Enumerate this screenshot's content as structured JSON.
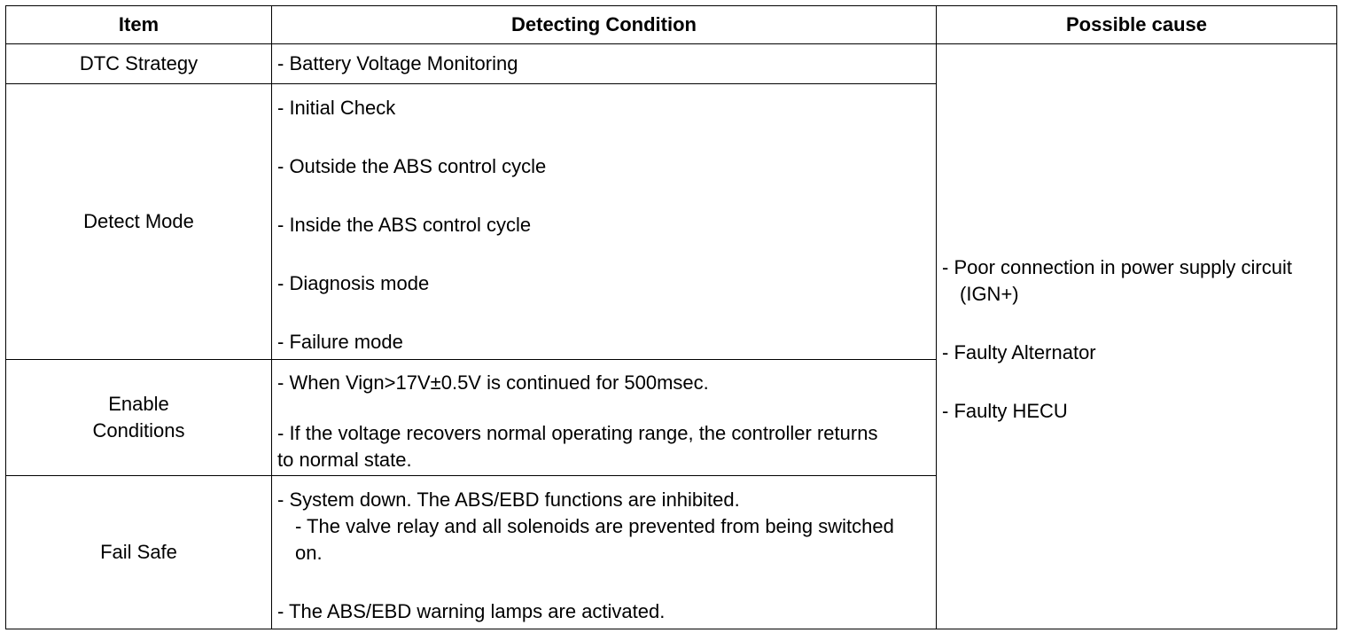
{
  "headers": {
    "item": "Item",
    "condition": "Detecting Condition",
    "cause": "Possible cause"
  },
  "rows": [
    {
      "item": "DTC Strategy",
      "conditions": [
        "- Battery Voltage Monitoring"
      ]
    },
    {
      "item": "Detect Mode",
      "conditions": [
        "- Initial Check",
        "- Outside the ABS control cycle",
        "- Inside the ABS control cycle",
        "- Diagnosis mode",
        "- Failure mode"
      ]
    },
    {
      "item_lines": [
        "Enable",
        "Conditions"
      ],
      "conditions": [
        "- When Vign>17V±0.5V is continued for 500msec.",
        "- If the voltage recovers normal operating range, the controller returns to normal state."
      ]
    },
    {
      "item": "Fail Safe",
      "conditions": [
        "- System down. The ABS/EBD functions are inhibited.",
        "- The valve relay and all solenoids are prevented from being switched on.",
        "- The ABS/EBD warning lamps are activated."
      ]
    }
  ],
  "causes": [
    "- Poor connection in power supply circuit (IGN+)",
    "- Faulty Alternator",
    "- Faulty HECU"
  ]
}
